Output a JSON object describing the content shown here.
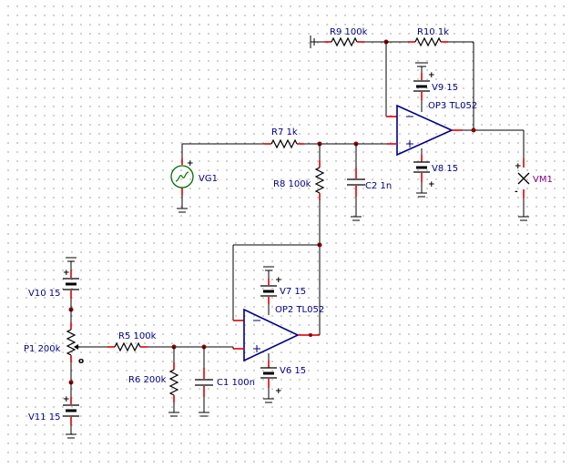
{
  "components": {
    "r9": {
      "label": "R9 100k"
    },
    "r10": {
      "label": "R10 1k"
    },
    "v9": {
      "label": "V9 15"
    },
    "op3": {
      "label": "OP3 TL052"
    },
    "r7": {
      "label": "R7 1k"
    },
    "vg1": {
      "label": "VG1"
    },
    "r8": {
      "label": "R8 100k"
    },
    "c2": {
      "label": "C2 1n"
    },
    "v8": {
      "label": "V8 15"
    },
    "vm1": {
      "label": "VM1"
    },
    "v7": {
      "label": "V7 15"
    },
    "op2": {
      "label": "OP2 TL052"
    },
    "v10": {
      "label": "V10 15"
    },
    "p1": {
      "label": "P1 200k"
    },
    "r5": {
      "label": "R5 100k"
    },
    "r6": {
      "label": "R6 200k"
    },
    "c1": {
      "label": "C1 100n"
    },
    "v6": {
      "label": "V6 15"
    },
    "v11": {
      "label": "V11 15"
    }
  },
  "symbols": {
    "plus": "+",
    "minus": "-",
    "wiper": "o"
  },
  "colors": {
    "wire": "#000000",
    "pin": "#e00000",
    "node": "#8b0000",
    "opamp": "#00008b",
    "label": "#00008b",
    "meter_label": "#8b008b",
    "generator": "#007000"
  }
}
